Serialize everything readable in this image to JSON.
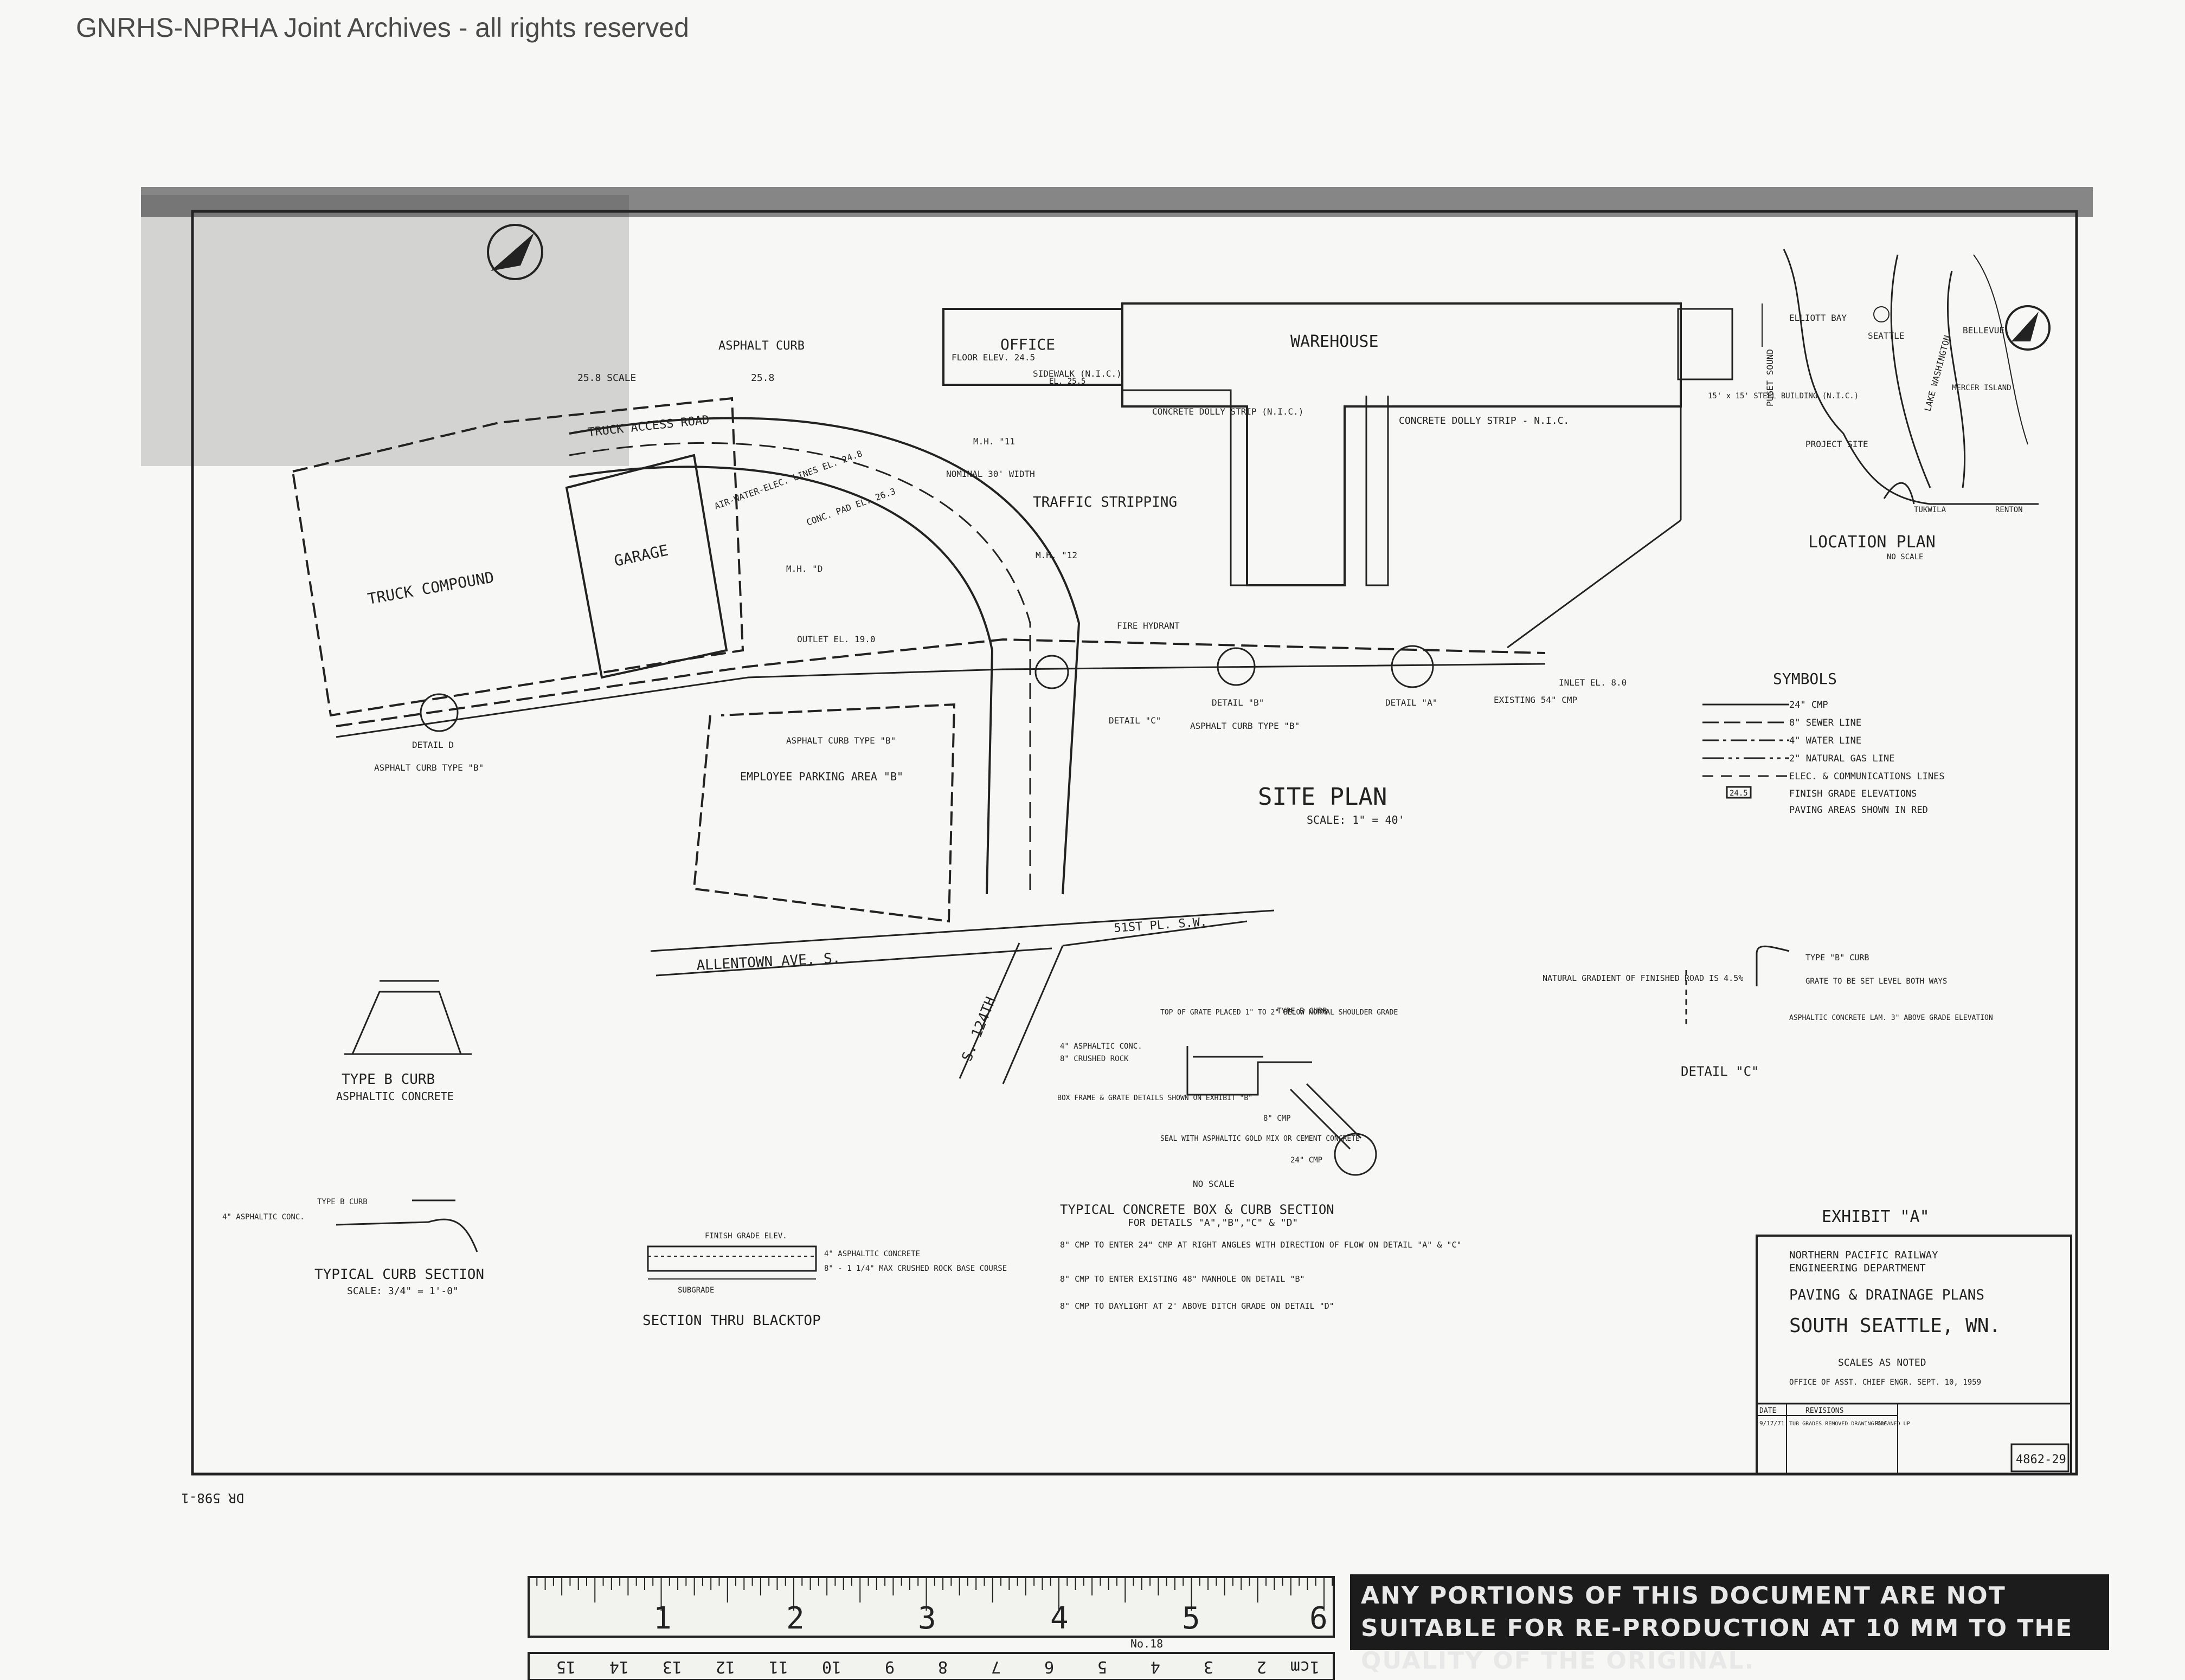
{
  "watermark": "GNRHS-NPRHA Joint Archives - all rights reserved",
  "site_plan": {
    "title": "SITE PLAN",
    "scale": "SCALE: 1\" = 40'",
    "areas": {
      "office": "OFFICE",
      "office_floor": "FLOOR ELEV. 24.5",
      "sidewalk": "SIDEWALK (N.I.C.)",
      "sidewalk_el": "EL. 25.5",
      "warehouse": "WAREHOUSE",
      "truck_compound": "TRUCK COMPOUND",
      "garage": "GARAGE",
      "employee_parking": "EMPLOYEE PARKING AREA \"B\"",
      "truck_access_road": "TRUCK ACCESS ROAD",
      "traffic_stripping": "TRAFFIC STRIPPING",
      "asphalt_curb": "ASPHALT CURB",
      "scale_note": "25.8 SCALE",
      "scale_val": "25.8",
      "concrete_dolly_strip_1": "CONCRETE DOLLY STRIP (N.I.C.)",
      "concrete_dolly_strip_2": "CONCRETE DOLLY STRIP - N.I.C.",
      "nominal_width": "NOMINAL 30' WIDTH",
      "air_water_lines": "AIR-WATER-ELEC. LINES EL. 24.8",
      "conc_pad": "CONC. PAD EL. 26.3",
      "fire_hydrant": "FIRE HYDRANT",
      "outlet_el": "OUTLET EL. 19.0",
      "inlet_el": "INLET EL. 8.0",
      "existing_cmp": "EXISTING 54\" CMP",
      "asphalt_curb_type_b_1": "ASPHALT CURB TYPE \"B\"",
      "asphalt_curb_type_b_2": "ASPHALT CURB TYPE \"B\"",
      "asphalt_curb_type_b_3": "ASPHALT CURB TYPE \"B\"",
      "detail_a": "DETAIL \"A\"",
      "detail_b": "DETAIL \"B\"",
      "detail_c": "DETAIL \"C\"",
      "detail_d": "DETAIL D",
      "allentown": "ALLENTOWN AVE. S.",
      "s124th": "S. 124TH",
      "fifth_pl": "51ST PL. S.W.",
      "mh": "M.H. \"12",
      "mh2": "M.H. \"11",
      "mh3": "M.H. \"D",
      "steel_building": "15' x 15' STEEL BUILDING (N.I.C.)"
    }
  },
  "location_plan": {
    "title": "LOCATION PLAN",
    "scale": "NO SCALE",
    "labels": [
      "ELLIOTT BAY",
      "SEATTLE",
      "BELLEVUE",
      "LAKE WASHINGTON",
      "MERCER ISLAND",
      "PUGET SOUND",
      "PROJECT SITE",
      "TUKWILA",
      "RENTON"
    ]
  },
  "symbols": {
    "title": "SYMBOLS",
    "items": [
      "24\" CMP",
      "8\" SEWER LINE",
      "4\" WATER LINE",
      "2\" NATURAL GAS LINE",
      "ELEC. & COMMUNICATIONS LINES",
      "FINISH GRADE ELEVATIONS",
      "PAVING AREAS SHOWN IN RED"
    ],
    "elev_sample": "24.5"
  },
  "details": {
    "type_b_curb": "TYPE B CURB",
    "type_b_curb_sub": "ASPHALTIC CONCRETE",
    "typical_curb_section": "TYPICAL CURB SECTION",
    "typical_curb_scale": "SCALE: 3/4\" = 1'-0\"",
    "curb_label1": "TYPE B CURB",
    "curb_label2": "4\" ASPHALTIC CONC.",
    "section_blacktop": "SECTION THRU BLACKTOP",
    "blacktop_l1": "FINISH GRADE ELEV.",
    "blacktop_l2": "4\" ASPHALTIC CONCRETE",
    "blacktop_l3": "8\" - 1 1/4\" MAX CRUSHED ROCK BASE COURSE",
    "blacktop_l4": "SUBGRADE",
    "box_title": "TYPICAL CONCRETE BOX & CURB SECTION",
    "box_sub": "FOR DETAILS \"A\",\"B\",\"C\" & \"D\"",
    "box_noscale": "NO SCALE",
    "box_labels": [
      "TOP OF GRATE PLACED 1\" TO 2\" BELOW NORMAL SHOULDER GRADE",
      "TYPE B CURB",
      "4\" ASPHALTIC CONC.",
      "8\" CRUSHED ROCK",
      "BOX FRAME & GRATE DETAILS SHOWN ON EXHIBIT \"B\"",
      "8\" CMP",
      "SEAL WITH ASPHALTIC GOLD MIX OR CEMENT CONCRETE",
      "24\" CMP"
    ],
    "notes": [
      "8\" CMP TO ENTER 24\" CMP AT RIGHT ANGLES WITH DIRECTION OF FLOW ON DETAIL \"A\" & \"C\"",
      "8\" CMP TO ENTER EXISTING 48\" MANHOLE ON DETAIL \"B\"",
      "8\" CMP TO DAYLIGHT AT 2' ABOVE DITCH GRADE ON DETAIL \"D\""
    ],
    "natural_gradient": "NATURAL GRADIENT OF FINISHED ROAD IS 4.5%",
    "detail_c_title": "DETAIL \"C\"",
    "detail_c_labels": [
      "TYPE \"B\" CURB",
      "GRATE TO BE SET LEVEL BOTH WAYS",
      "ASPHALTIC CONCRETE LAM. 3\" ABOVE GRADE ELEVATION"
    ]
  },
  "title_block": {
    "exhibit": "EXHIBIT \"A\"",
    "company": "NORTHERN PACIFIC RAILWAY",
    "dept": "ENGINEERING DEPARTMENT",
    "title": "PAVING & DRAINAGE PLANS",
    "location": "SOUTH SEATTLE, WN.",
    "scales": "SCALES AS NOTED",
    "office": "OFFICE OF ASST. CHIEF ENGR. SEPT. 10, 1959",
    "rev_date_hdr": "DATE",
    "rev_hdr": "REVISIONS",
    "rev_date": "9/17/71",
    "rev_text": "TUB GRADES REMOVED DRAWING CLEANED UP",
    "rev_init": "RNW",
    "drawing_no": "4862-29"
  },
  "margin_marks": {
    "left_mirror": "DR 598-1"
  },
  "ruler": {
    "inches": [
      "1",
      "2",
      "3",
      "4",
      "5",
      "6"
    ],
    "model": "No.18",
    "cm_labels": [
      "1cm",
      "2",
      "3",
      "4",
      "5",
      "6",
      "7",
      "8",
      "9",
      "10",
      "11",
      "12",
      "13",
      "14",
      "15"
    ]
  },
  "disclaimer": "ANY PORTIONS OF THIS DOCUMENT ARE NOT SUITABLE FOR RE-PRODUCTION AT 10 MM TO THE QUALITY OF THE ORIGINAL."
}
